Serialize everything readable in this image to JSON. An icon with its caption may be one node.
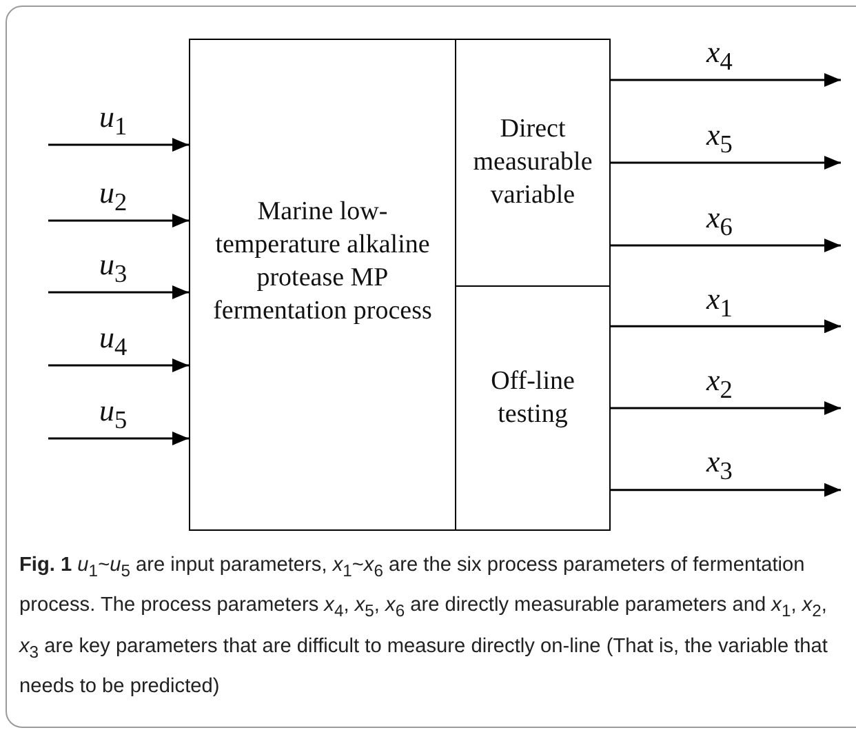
{
  "diagram": {
    "caption": "**Fig. 1** *u*$_{1}$~*u*$_{5}$ are input parameters, *x*$_{1}$~*x*$_{6}$ are the six process parameters of fermentation process. The process parameters *x*$_{4}$, *x*$_{5}$, *x*$_{6}$ are directly measurable parameters and *x*$_{1}$, *x*$_{2}$, *x*$_{3}$ are key parameters that are difficult to measure directly on-line (That is, the variable that needs to be predicted)",
    "nodes": [
      {
        "text": [
          "Marine low-temperature alkaline protease MP fermentation process"
        ]
      },
      {
        "text": [
          "Direct measurable variable"
        ]
      },
      {
        "text": [
          "Off-line testing"
        ]
      }
    ],
    "edges": [
      {
        "from": null,
        "to": 0,
        "arrow": "to",
        "label": "*u*$_{1}$"
      },
      {
        "from": null,
        "to": 0,
        "arrow": "to",
        "label": "*u*$_{2}$"
      },
      {
        "from": null,
        "to": 0,
        "arrow": "to",
        "label": "*u*$_{3}$"
      },
      {
        "from": null,
        "to": 0,
        "arrow": "to",
        "label": "*u*$_{4}$"
      },
      {
        "from": null,
        "to": 0,
        "arrow": "to",
        "label": "*u*$_{5}$"
      },
      {
        "from": 1,
        "to": null,
        "arrow": "to",
        "label": "*x*$_{4}$"
      },
      {
        "from": 1,
        "to": null,
        "arrow": "to",
        "label": "*x*$_{5}$"
      },
      {
        "from": 1,
        "to": null,
        "arrow": "to",
        "label": "*x*$_{6}$"
      },
      {
        "from": 2,
        "to": null,
        "arrow": "to",
        "label": "*x*$_{1}$"
      },
      {
        "from": 2,
        "to": null,
        "arrow": "to",
        "label": "*x*$_{2}$"
      },
      {
        "from": 2,
        "to": null,
        "arrow": "to",
        "label": "*x*$_{3}$"
      }
    ]
  }
}
